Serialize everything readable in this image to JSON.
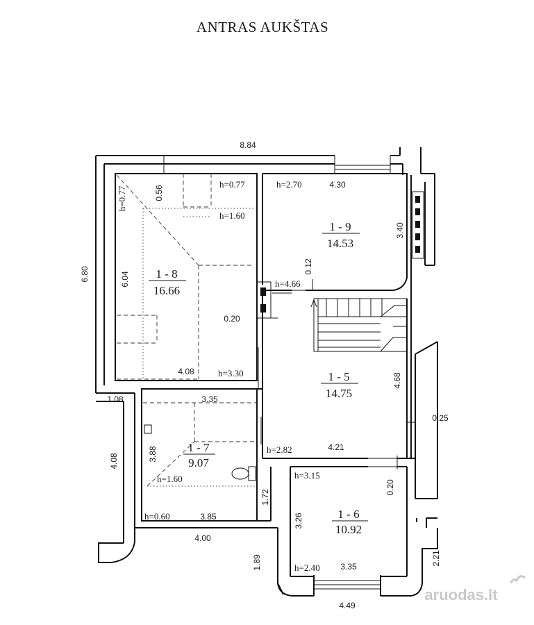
{
  "title": "ANTRAS AUKŠTAS",
  "watermark": "aruodas.lt",
  "rooms": [
    {
      "id": "1 - 8",
      "area": "16.66"
    },
    {
      "id": "1 - 9",
      "area": "14.53"
    },
    {
      "id": "1 - 5",
      "area": "14.75"
    },
    {
      "id": "1 - 7",
      "area": "9.07"
    },
    {
      "id": "1 - 6",
      "area": "10.92"
    }
  ],
  "dimensions": [
    "8.84",
    "6.80",
    "1.08",
    "4.08",
    "4.00",
    "1.89",
    "4.49",
    "2.21",
    "0.25",
    "0.56",
    "6.04",
    "4.08",
    "0.20",
    "4.30",
    "3.40",
    "0.12",
    "4.68",
    "4.21",
    "0.20",
    "3.35",
    "3.88",
    "3.85",
    "1.72",
    "3.26",
    "3.35",
    "h=0.77",
    "h=1.60",
    "h=3.30",
    "h=2.70",
    "h=4.66",
    "h=2.82",
    "h=3.15",
    "h=2.40",
    "h=1.60",
    "h=0.60",
    "h=0.77"
  ],
  "colors": {
    "line": "#111111",
    "background": "#ffffff",
    "watermark": "#c9c9c9"
  }
}
